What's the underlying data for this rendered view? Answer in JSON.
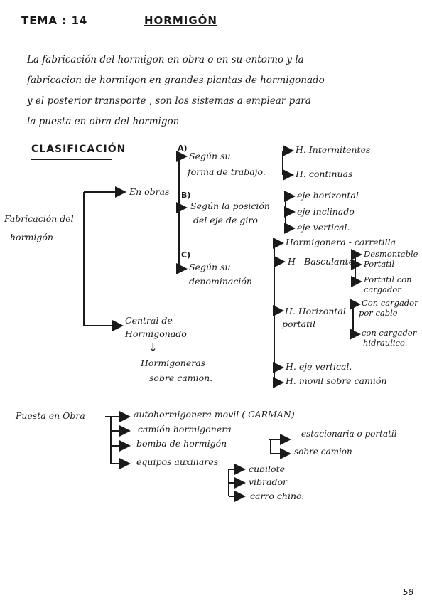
{
  "header": {
    "tema": "TEMA : 14",
    "title": "HORMIGÓN"
  },
  "intro": {
    "lines": [
      "La fabricación del hormigon en obra o en su entorno y la",
      "fabricacion de hormigon en grandes plantas de hormigonado",
      "y el posterior transporte , son los sistemas a emplear para",
      "la puesta en obra del hormigon"
    ]
  },
  "clasificacion": {
    "heading": "CLASIFICACIÓN",
    "root": [
      "Fabricación del",
      "hormigón"
    ],
    "en_obras": {
      "label": "En obras",
      "A": {
        "marker": "A)",
        "label": [
          "Según su",
          "forma de trabajo."
        ],
        "items": [
          "H. Intermitentes",
          "H. continuas"
        ]
      },
      "B": {
        "marker": "B)",
        "label": [
          "Según la posición",
          "del eje de giro"
        ],
        "items": [
          "eje horizontal",
          "eje inclinado",
          "eje vertical."
        ]
      },
      "C": {
        "marker": "C)",
        "label": [
          "Según su denominación"
        ],
        "hormigonera_carretilla": "Hormigonera - carretilla",
        "basculante": {
          "label": "H - Basculante",
          "items": [
            "Desmontable",
            "Portatil",
            "Portatil con",
            "cargador"
          ]
        },
        "horizontal": {
          "label": [
            "H. Horizontal",
            "portatil"
          ],
          "items": [
            "Con cargador",
            "por cable",
            "con cargador",
            "hidraulico."
          ]
        },
        "eje_vertical": "H. eje vertical.",
        "movil_camion": "H. movil sobre camión"
      }
    },
    "central": {
      "label": [
        "Central de",
        "Hormigonado"
      ],
      "arrow": "↓",
      "result": [
        "Hormigoneras",
        "sobre camion."
      ]
    }
  },
  "puesta": {
    "label": "Puesta en Obra",
    "items": [
      "autohormigonera movil ( CARMAN)",
      "camión hormigonera",
      "bomba de hormigón",
      "equipos auxiliares"
    ],
    "bomba": [
      "estacionaria o portatil",
      "sobre camion"
    ],
    "auxiliares": [
      "cubilote",
      "vibrador",
      "carro chino."
    ]
  },
  "page_number": "58"
}
